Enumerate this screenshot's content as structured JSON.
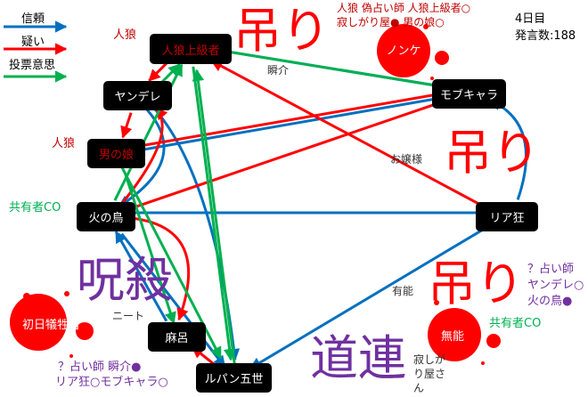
{
  "legend": {
    "trust": "信頼",
    "doubt": "疑い",
    "vote": "投票意思"
  },
  "colors": {
    "trust": "#0070c0",
    "doubt": "#ff0000",
    "vote": "#00b050",
    "purple": "#7030a0"
  },
  "info": {
    "day": "4日目",
    "count": "発言数:188"
  },
  "nodes": {
    "jinro_joukyu": "人狼上級者",
    "yandere": "ヤンデレ",
    "otokonoko": "男の娘",
    "hinotori": "火の鳥",
    "mob": "モブキャラ",
    "riakyo": "リア狂",
    "maro": "麻呂",
    "lupin": "ルパン五世",
    "shonichi": "初日犠牲者",
    "nonke": "ノンケ",
    "munou": "無能"
  },
  "labels": {
    "wolf1": "人狼",
    "wolf2": "人狼",
    "kyouyu1": "共有者CO",
    "kyouyu2": "共有者CO",
    "hang1": "吊り",
    "hang2": "吊り",
    "hang3": "吊り",
    "curse": "呪殺",
    "michizure": "道連",
    "shunsuke": "瞬介",
    "ojousama": "お嬢様",
    "yuunou": "有能",
    "niito": "ニート",
    "sabishigari": "寂しがり屋さん"
  },
  "notes": {
    "top": [
      "人狼 偽占い師 人狼上級者○",
      "寂しがり屋● 男の娘○"
    ],
    "bottom_left": [
      "？占い師 瞬介●",
      "リア狂○モブキャラ○"
    ],
    "right": [
      "？占い師",
      "ヤンデレ○",
      "火の鳥●"
    ]
  },
  "edges": [
    {
      "from": "jinro_joukyu",
      "to": "mob",
      "type": "trust"
    },
    {
      "from": "otokonoko",
      "to": "mob",
      "type": "trust"
    },
    {
      "from": "riakyo",
      "to": "mob",
      "type": "trust"
    },
    {
      "from": "riakyo",
      "to": "hinotori",
      "type": "trust"
    },
    {
      "from": "riakyo",
      "to": "lupin",
      "type": "trust"
    },
    {
      "from": "yandere",
      "to": "lupin",
      "type": "trust"
    },
    {
      "from": "yandere",
      "to": "hinotori",
      "type": "trust"
    },
    {
      "from": "maro",
      "to": "hinotori",
      "type": "trust"
    },
    {
      "from": "hinotori",
      "to": "lupin",
      "type": "trust"
    },
    {
      "from": "jinro_joukyu",
      "to": "yandere",
      "type": "doubt"
    },
    {
      "from": "yandere",
      "to": "otokonoko",
      "type": "doubt"
    },
    {
      "from": "riakyo",
      "to": "jinro_joukyu",
      "type": "doubt"
    },
    {
      "from": "mob",
      "to": "otokonoko",
      "type": "doubt"
    },
    {
      "from": "hinotori",
      "to": "mob",
      "type": "doubt"
    },
    {
      "from": "hinotori",
      "to": "yandere",
      "type": "doubt"
    },
    {
      "from": "hinotori",
      "to": "maro",
      "type": "doubt"
    },
    {
      "from": "lupin",
      "to": "maro",
      "type": "doubt"
    },
    {
      "from": "yandere",
      "to": "jinro_joukyu",
      "type": "vote"
    },
    {
      "from": "mob",
      "to": "jinro_joukyu",
      "type": "vote"
    },
    {
      "from": "hinotori",
      "to": "jinro_joukyu",
      "type": "vote"
    },
    {
      "from": "lupin",
      "to": "jinro_joukyu",
      "type": "vote"
    },
    {
      "from": "otokonoko",
      "to": "lupin",
      "type": "vote"
    },
    {
      "from": "jinro_joukyu",
      "to": "lupin",
      "type": "vote"
    },
    {
      "from": "otokonoko",
      "to": "maro",
      "type": "vote"
    }
  ]
}
